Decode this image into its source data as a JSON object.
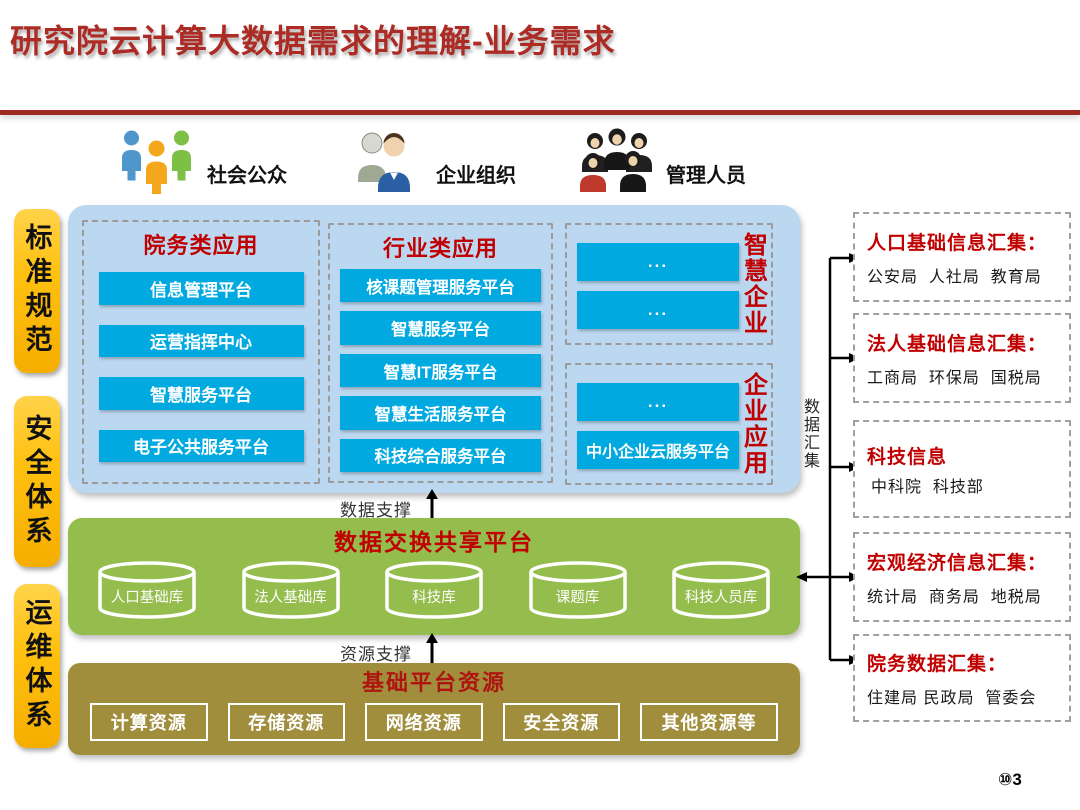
{
  "title": "研究院云计算大数据需求的理解-业务需求",
  "users": [
    {
      "label": "社会公众"
    },
    {
      "label": "企业组织"
    },
    {
      "label": "管理人员"
    }
  ],
  "pillars": [
    {
      "label": "标准规范"
    },
    {
      "label": "安全体系"
    },
    {
      "label": "运维体系"
    }
  ],
  "app": {
    "groups": [
      {
        "title": "院务类应用",
        "items": [
          "信息管理平台",
          "运营指挥中心",
          "智慧服务平台",
          "电子公共服务平台"
        ]
      },
      {
        "title": "行业类应用",
        "items": [
          "核课题管理服务平台",
          "智慧服务平台",
          "智慧IT服务平台",
          "智慧生活服务平台",
          "科技综合服务平台"
        ]
      },
      {
        "title": "智慧企业",
        "items": [
          "...",
          "..."
        ]
      },
      {
        "title": "企业应用",
        "items": [
          "...",
          "中小企业云服务平台"
        ]
      }
    ]
  },
  "labels": {
    "data_support": "数据支撑",
    "resource_support": "资源支撑",
    "data_collection": "数据汇集"
  },
  "exchange": {
    "title": "数据交换共享平台",
    "databases": [
      "人口基础库",
      "法人基础库",
      "科技库",
      "课题库",
      "科技人员库"
    ]
  },
  "base": {
    "title": "基础平台资源",
    "resources": [
      "计算资源",
      "存储资源",
      "网络资源",
      "安全资源",
      "其他资源等"
    ]
  },
  "collect": [
    {
      "title": "人口基础信息汇集：",
      "sources": "公安局  人社局  教育局"
    },
    {
      "title": "法人基础信息汇集：",
      "sources": "工商局  环保局  国税局"
    },
    {
      "title": "科技信息",
      "sources": "中科院  科技部"
    },
    {
      "title": "宏观经济信息汇集：",
      "sources": "统计局  商务局  地税局"
    },
    {
      "title": "院务数据汇集：",
      "sources": "住建局 民政局  管委会"
    }
  ],
  "page_number": "⑩3",
  "colors": {
    "title_red": "#AC2B24",
    "accent_red": "#C00000",
    "cyan": "#00A9E0",
    "panel_blue": "#BCD8F0",
    "green": "#94BD4D",
    "olive": "#A08E3C",
    "yellow": "#FFC010"
  }
}
